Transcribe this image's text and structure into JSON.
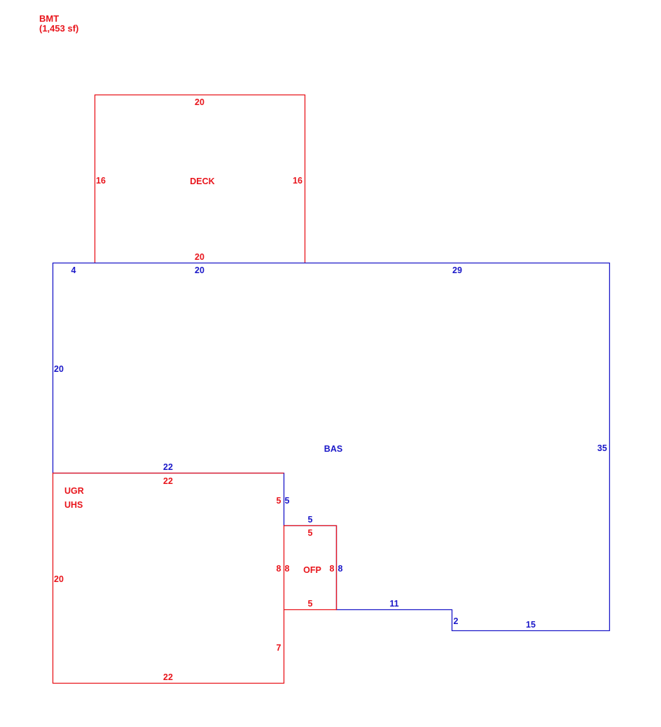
{
  "header": {
    "code": "BMT",
    "area": "(1,453 sf)"
  },
  "colors": {
    "red": "#e8141b",
    "blue": "#1a17c8"
  },
  "areas": {
    "deck": "DECK",
    "bas": "BAS",
    "ugr": "UGR",
    "uhs": "UHS",
    "ofp": "OFP"
  },
  "dimensions": {
    "deck_top": "20",
    "deck_left": "16",
    "deck_right": "16",
    "deck_bottom": "20",
    "bas_top_left_segment": "4",
    "bas_top_middle": "20",
    "bas_top_right": "29",
    "bas_left": "20",
    "bas_right": "35",
    "bas_bottom_right": "15",
    "bas_step": "2",
    "bas_bottom_mid": "11",
    "bas_garage_top": "22",
    "bas_garage_right": "5",
    "bas_ofp_top": "5",
    "bas_ofp_right": "8",
    "garage_top": "22",
    "garage_left": "20",
    "garage_right_upper": "5",
    "garage_right_mid": "8",
    "garage_right_lower": "7",
    "garage_bottom": "22",
    "ofp_top": "5",
    "ofp_left": "8",
    "ofp_right": "8",
    "ofp_bottom": "5"
  }
}
